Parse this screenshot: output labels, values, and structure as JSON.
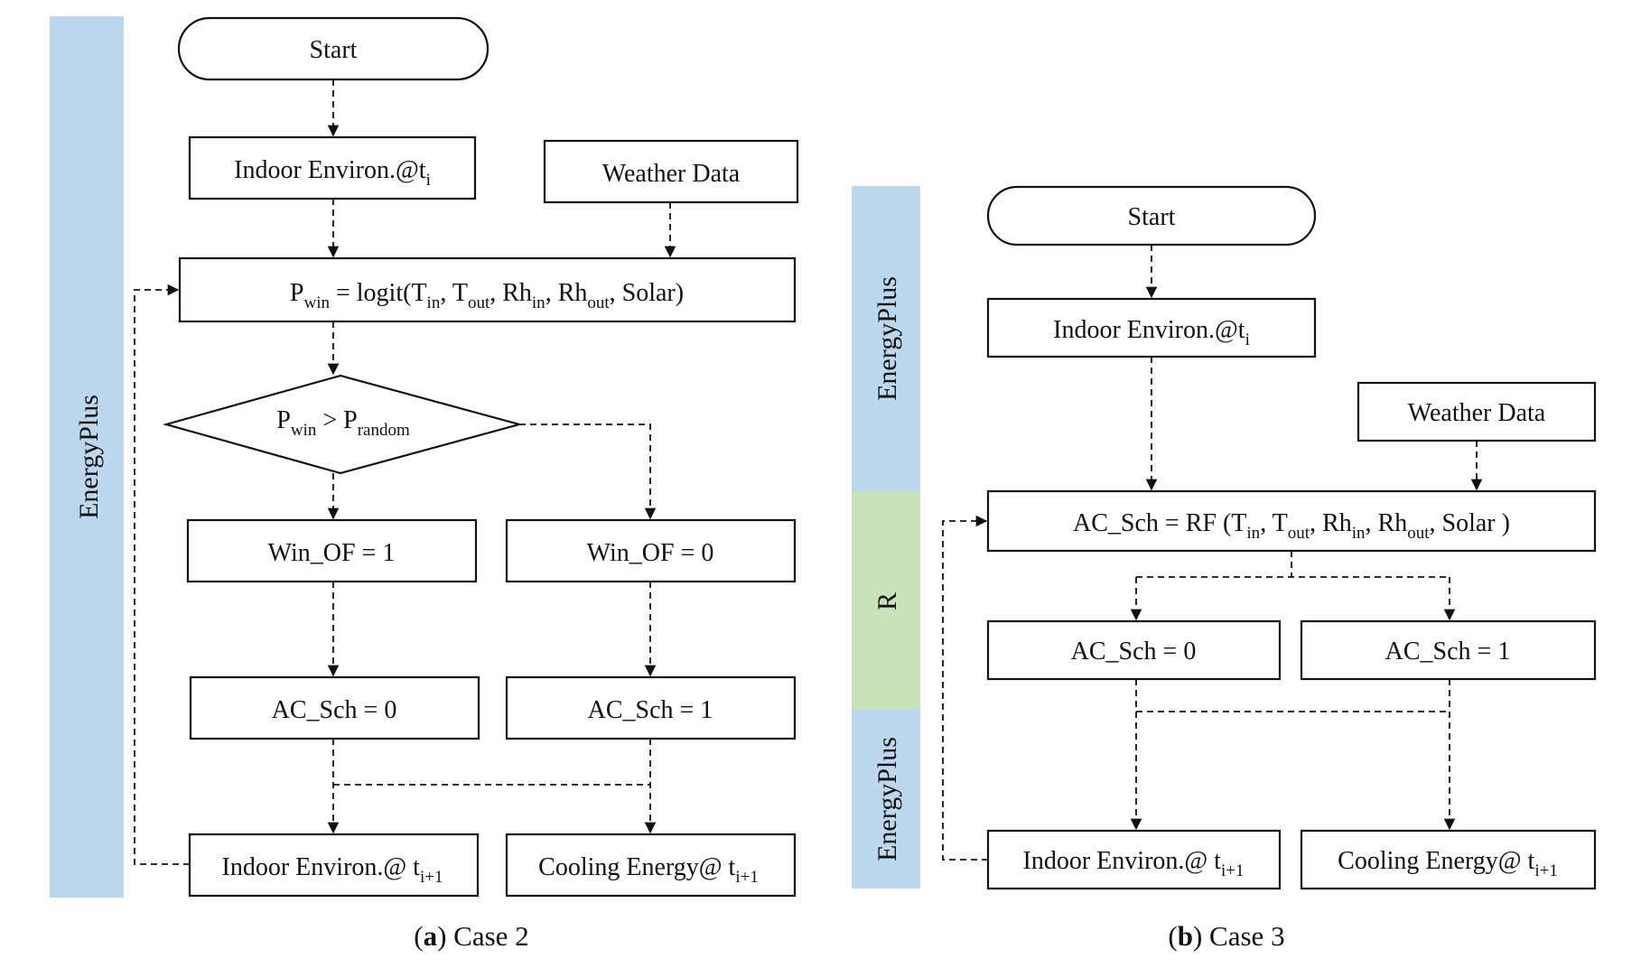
{
  "colors": {
    "energyplus_band": "#bcd7ee",
    "r_band": "#c8e2b9",
    "stroke": "#111111"
  },
  "case2": {
    "band_label": "EnergyPlus",
    "start": "Start",
    "indoor_ti": {
      "main": "Indoor Environ.@t",
      "sub": "i"
    },
    "weather": "Weather Data",
    "logit": {
      "P": "P",
      "win_sub": "win",
      "eq": " = logit(T",
      "in": "in",
      "c1": ", T",
      "out": "out",
      "c2": ", Rh",
      "in2": "in",
      "c3": ", Rh",
      "out2": "out",
      "end": ", Solar)"
    },
    "decision": {
      "P": "P",
      "win_sub": "win",
      "gt": " > P",
      "random_sub": "random"
    },
    "win_of_1": "Win_OF = 1",
    "win_of_0": "Win_OF = 0",
    "ac_sch_0": "AC_Sch = 0",
    "ac_sch_1": "AC_Sch = 1",
    "indoor_ti1": {
      "main": "Indoor Environ.@ t",
      "sub": "i+1"
    },
    "cooling_ti1": {
      "main": "Cooling Energy@ t",
      "sub": "i+1"
    },
    "caption": {
      "open": "(",
      "letter": "a",
      "rest": ") Case 2"
    }
  },
  "case3": {
    "band_top": "EnergyPlus",
    "band_mid": "R",
    "band_bottom": "EnergyPlus",
    "start": "Start",
    "indoor_ti": {
      "main": "Indoor Environ.@t",
      "sub": "i"
    },
    "weather": "Weather Data",
    "rf": {
      "a": "AC_Sch = RF (T",
      "in": "in",
      "b": ", T",
      "out": "out",
      "c": ", Rh",
      "in2": "in",
      "d": ", Rh",
      "out2": "out",
      "e": ", Solar )"
    },
    "ac_sch_0": "AC_Sch = 0",
    "ac_sch_1": "AC_Sch = 1",
    "indoor_ti1": {
      "main": "Indoor Environ.@ t",
      "sub": "i+1"
    },
    "cooling_ti1": {
      "main": "Cooling Energy@ t",
      "sub": "i+1"
    },
    "caption": {
      "open": "(",
      "letter": "b",
      "rest": ") Case 3"
    }
  }
}
